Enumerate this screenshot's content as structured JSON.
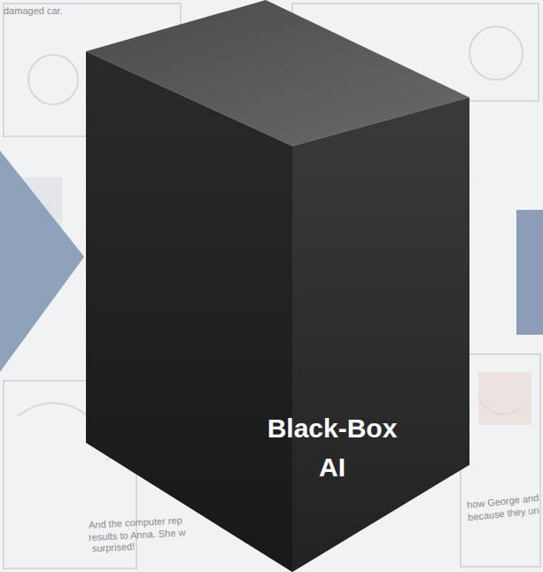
{
  "diagram": {
    "nodes": [
      {
        "text": [
          "Black-Box AI"
        ]
      }
    ],
    "labels": [
      "damaged car.",
      "And the computer rep",
      "results to Anna. She w",
      "surprised!",
      "how George and",
      "because they un"
    ]
  }
}
